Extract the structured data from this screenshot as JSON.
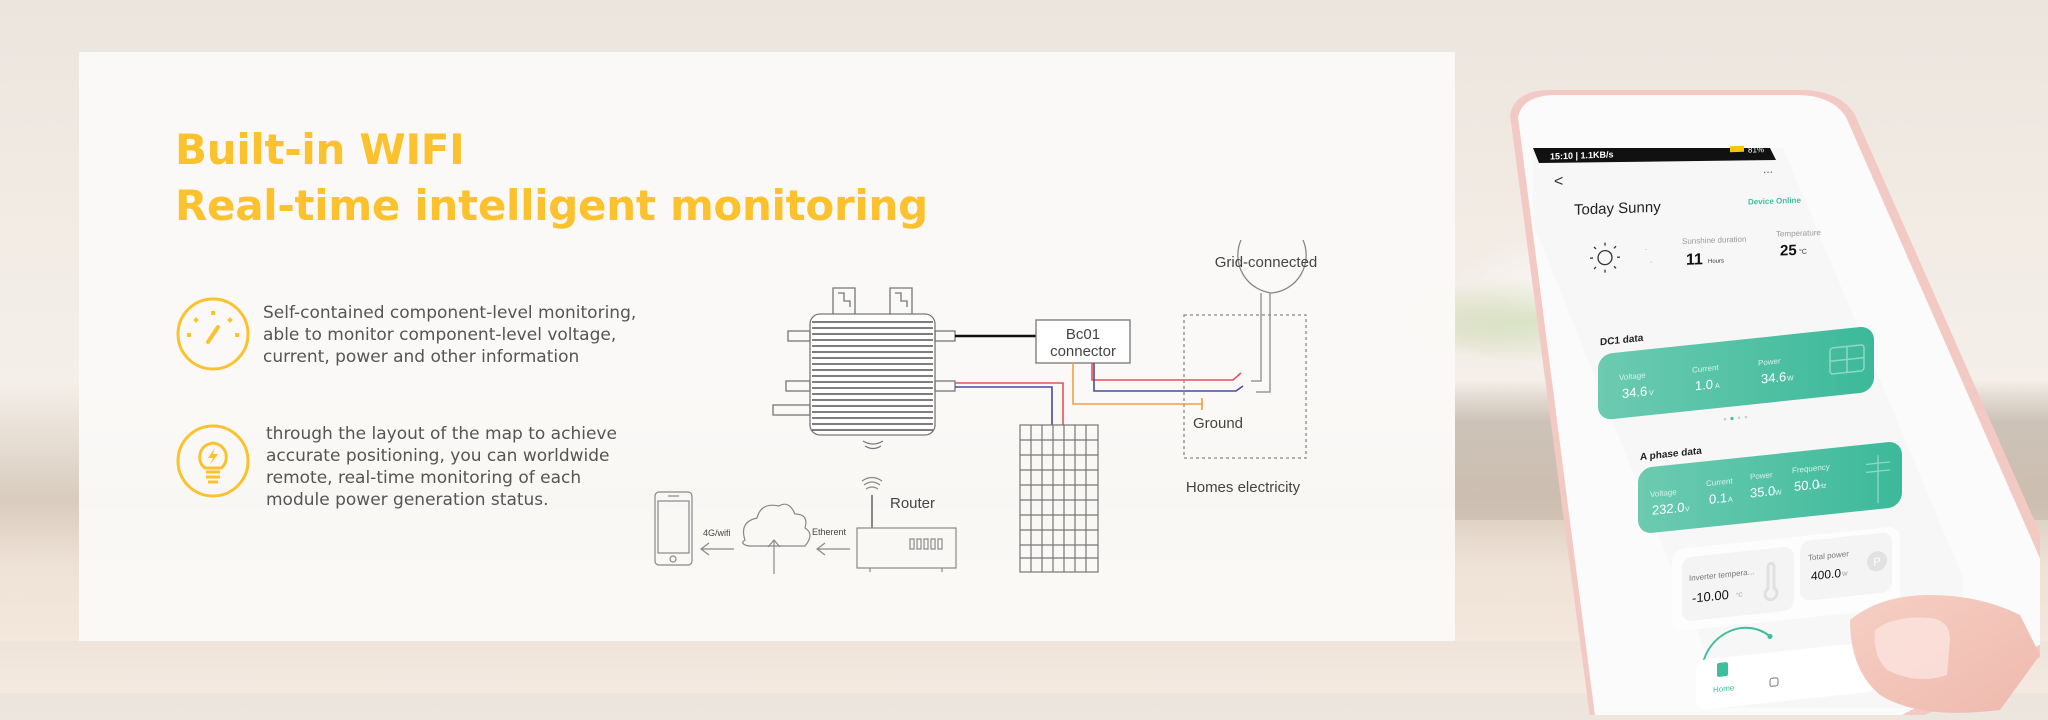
{
  "headline": {
    "line1": "Built-in WIFI",
    "line2": "Real-time intelligent monitoring"
  },
  "features": [
    {
      "icon": "gauge-icon",
      "lines": [
        "Self-contained component-level monitoring,",
        "able to monitor component-level voltage,",
        "current, power and other information"
      ]
    },
    {
      "icon": "lightbulb-bolt-icon",
      "lines": [
        "through the layout of the map to achieve",
        "accurate positioning, you can worldwide",
        "remote, real-time monitoring of each",
        "module power generation status."
      ]
    }
  ],
  "diagram": {
    "connector_line1": "Bc01",
    "connector_line2": "connector",
    "grid_label": "Grid-connected",
    "ground_label": "Ground",
    "homes_label": "Homes electricity",
    "router_label": "Router",
    "ethernet_label": "Etherent",
    "mobile_label": "4G/wifi"
  },
  "colors": {
    "accent_yellow": "#fcc22e",
    "app_green": "#3dbf9f",
    "wire_red": "#e8505a",
    "wire_blue": "#4a4aa0",
    "wire_orange": "#f0a040"
  },
  "phone": {
    "status_bar": {
      "left": "15:10 | 1.1KB/s",
      "battery": "81%"
    },
    "header": {
      "back": "<",
      "more": "...",
      "title": "Today  Sunny",
      "device_status": "Device Online"
    },
    "weather": {
      "sunshine_label": "Sunshine duration",
      "sunshine_value": "11",
      "sunshine_unit": "Hours",
      "temp_label": "Temperature",
      "temp_value": "25",
      "temp_unit": "°C",
      "minor1": "-",
      "minor2": "-"
    },
    "dc1": {
      "title": "DC1 data",
      "voltage_label": "Voltage",
      "voltage_value": "34.6",
      "voltage_unit": "V",
      "current_label": "Current",
      "current_value": "1.0",
      "current_unit": "A",
      "power_label": "Power",
      "power_value": "34.6",
      "power_unit": "W"
    },
    "phase": {
      "title": "A phase data",
      "voltage_label": "Voltage",
      "voltage_value": "232.0",
      "voltage_unit": "V",
      "current_label": "Current",
      "current_value": "0.1",
      "current_unit": "A",
      "power_label": "Power",
      "power_value": "35.0",
      "power_unit": "W",
      "freq_label": "Frequency",
      "freq_value": "50.0",
      "freq_unit": "Hz"
    },
    "inverter_temp": {
      "label": "Inverter tempera...",
      "value": "-10.00",
      "unit": "°C"
    },
    "total_power": {
      "label": "Total power",
      "value": "400.0",
      "unit": "W",
      "badge": "P"
    },
    "nav": {
      "home": "Home"
    }
  }
}
